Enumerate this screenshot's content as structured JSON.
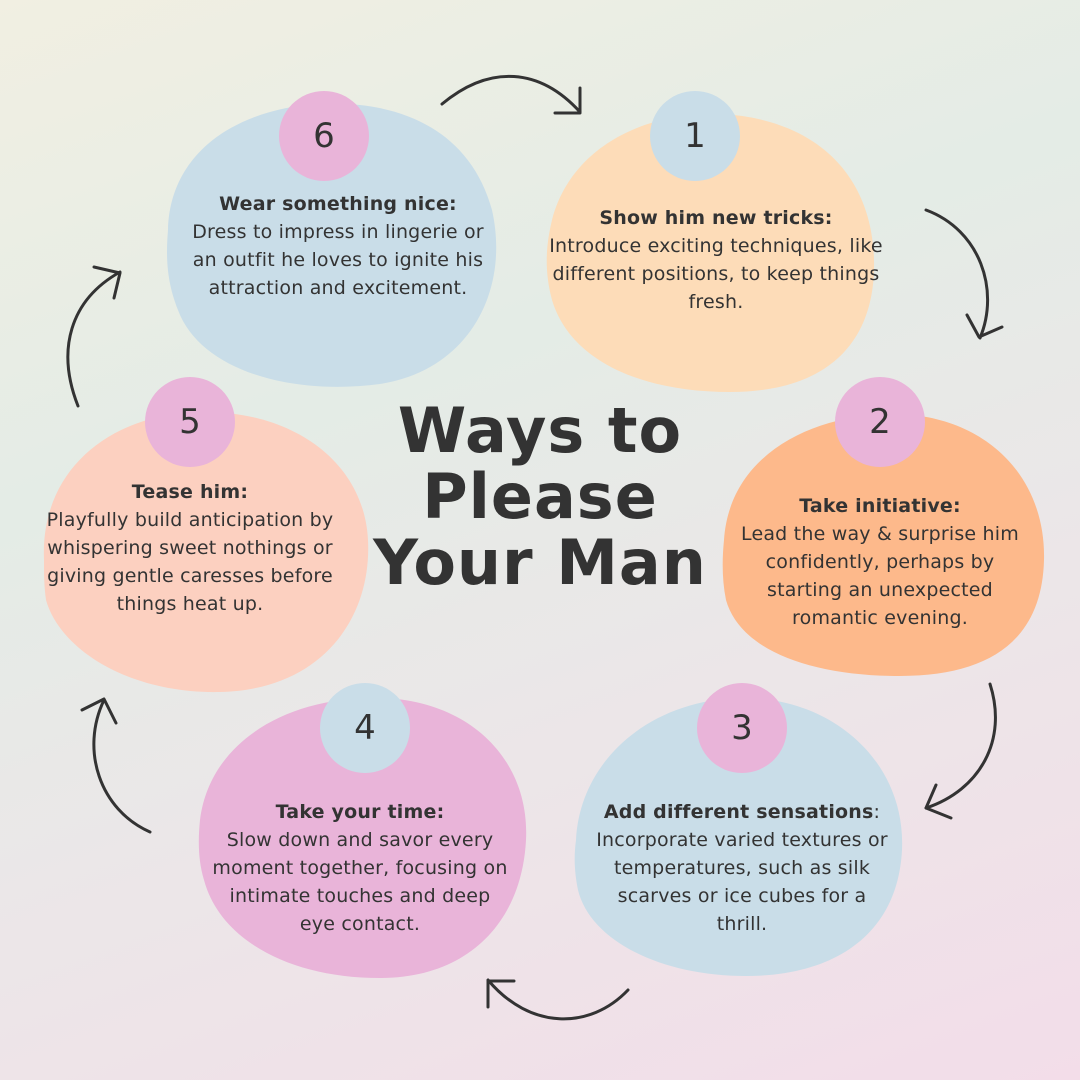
{
  "title": {
    "line1": "Ways to",
    "line2": "Please",
    "line3": "Your Man"
  },
  "colors": {
    "text": "#333333",
    "blue_blob": "#c9dde8",
    "peach_blob": "#fddcb8",
    "orange_blob": "#fdb98b",
    "salmon_blob": "#fcd0c0",
    "pink_blob": "#e9b4d9",
    "badge_pink": "#e9b4d9",
    "badge_blue": "#c9dde8"
  },
  "steps": [
    {
      "number": "1",
      "heading": "Show him new tricks:",
      "body": "Introduce exciting techniques, like different positions, to keep things fresh."
    },
    {
      "number": "2",
      "heading": "Take initiative:",
      "body": "Lead the way & surprise him confidently, perhaps by starting an unexpected romantic evening."
    },
    {
      "number": "3",
      "heading": "Add different sensations",
      "heading_suffix": ":",
      "body": "Incorporate varied textures or temperatures, such as silk scarves or ice cubes for a thrill."
    },
    {
      "number": "4",
      "heading": "Take your time:",
      "body": "Slow down and savor every moment together, focusing on intimate touches and deep eye contact."
    },
    {
      "number": "5",
      "heading": "Tease him:",
      "body": "Playfully build anticipation by whispering sweet nothings or giving gentle caresses before things heat up."
    },
    {
      "number": "6",
      "heading": "Wear something nice:",
      "body": "Dress to impress in lingerie or an outfit he loves to ignite his attraction and excitement."
    }
  ],
  "arrows": [
    "arrow-6-to-1",
    "arrow-1-to-2",
    "arrow-2-to-3",
    "arrow-3-to-4",
    "arrow-4-to-5",
    "arrow-5-to-6"
  ]
}
